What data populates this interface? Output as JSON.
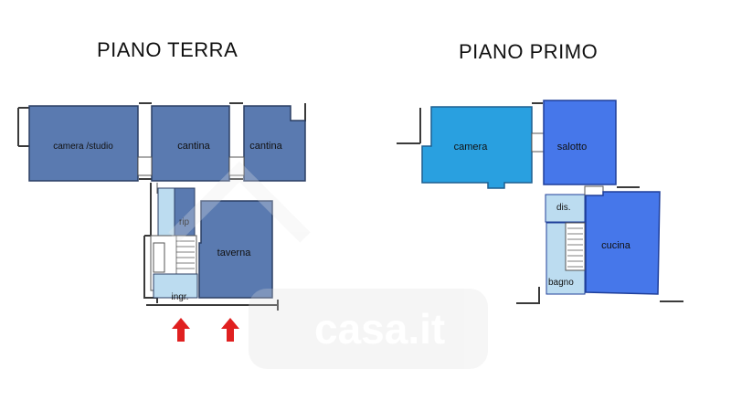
{
  "floors": {
    "ground": {
      "title": "PIANO TERRA",
      "rooms": {
        "camera_studio": "camera /studio",
        "cantina_1": "cantina",
        "cantina_2": "cantina",
        "rip": "rip",
        "taverna": "taverna",
        "ingresso": "ingr."
      }
    },
    "first": {
      "title": "PIANO PRIMO",
      "rooms": {
        "camera": "camera",
        "salotto": "salotto",
        "disimpegno": "dis.",
        "cucina": "cucina",
        "bagno": "bagno"
      }
    }
  },
  "watermark": {
    "text": "casa.it"
  },
  "colors": {
    "room_ground": "#5a7ab0",
    "room_light": "#bcdcf0",
    "camera_first": "#29a0e0",
    "room_blue": "#4677ea",
    "entrance_arrow": "#e02020",
    "wall": "#3a3a3a"
  }
}
